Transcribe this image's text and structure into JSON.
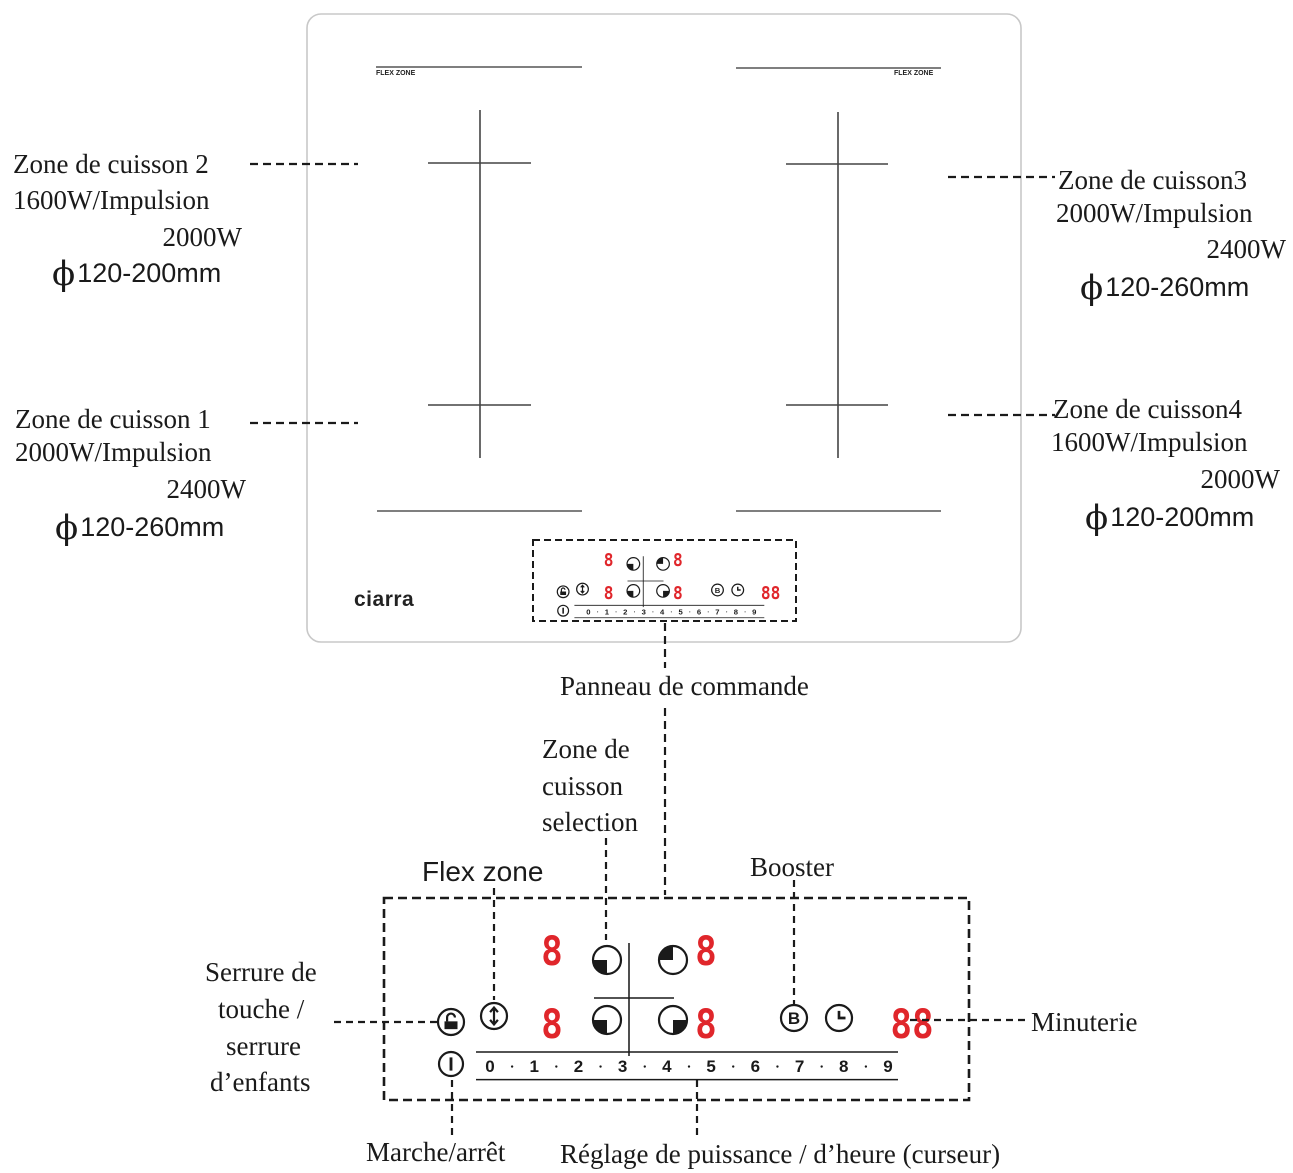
{
  "brand": "ciarra",
  "hob": {
    "flex_zone_left": "FLEX ZONE",
    "flex_zone_right": "FLEX ZONE"
  },
  "zones": [
    {
      "id": "zone2",
      "lines": [
        "Zone de cuisson 2",
        "1600W/Impulsion",
        "2000W"
      ],
      "diameter": "120-200mm"
    },
    {
      "id": "zone1",
      "lines": [
        "Zone de cuisson 1",
        "2000W/Impulsion",
        "2400W"
      ],
      "diameter": "120-260mm"
    },
    {
      "id": "zone3",
      "lines": [
        "Zone de cuisson3",
        "2000W/Impulsion",
        "2400W"
      ],
      "diameter": "120-260mm"
    },
    {
      "id": "zone4",
      "lines": [
        "Zone de cuisson4",
        "1600W/Impulsion",
        "2000W"
      ],
      "diameter": "120-200mm"
    }
  ],
  "panel_label": "Panneau de commande",
  "callouts": {
    "zone_selection": [
      "Zone de",
      "cuisson",
      "selection"
    ],
    "flex_zone": "Flex zone",
    "booster": "Booster",
    "lock": [
      "Serrure de",
      "touche /",
      "serrure",
      "d’enfants"
    ],
    "timer": "Minuterie",
    "power": "Marche/arrêt",
    "slider": "Réglage de puissance / d’heure (curseur)"
  },
  "control_panel": {
    "digit": "8",
    "timer_digits": "88",
    "booster_symbol": "B",
    "slider_steps": [
      "0",
      "1",
      "2",
      "3",
      "4",
      "5",
      "6",
      "7",
      "8",
      "9"
    ]
  },
  "colors": {
    "display_red": "#e0262b",
    "line": "#1a1a1a",
    "hob_border": "#c8c8c8"
  },
  "icons": [
    "lock-icon",
    "flex-zone-icon",
    "power-icon",
    "booster-icon",
    "timer-icon",
    "zone-front-left-icon",
    "zone-rear-left-icon",
    "zone-rear-right-icon",
    "zone-front-right-icon"
  ]
}
